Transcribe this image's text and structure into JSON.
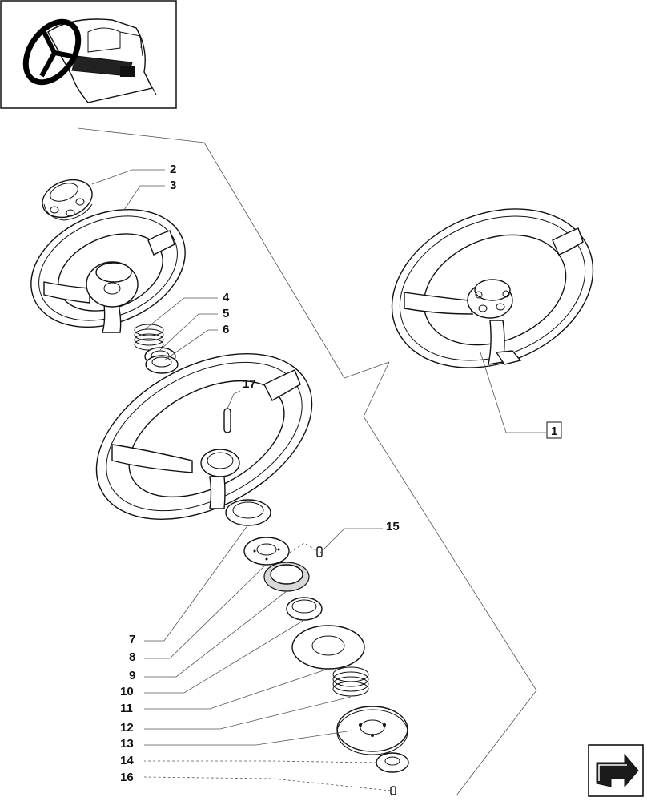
{
  "callouts": {
    "c1": "1",
    "c2": "2",
    "c3": "3",
    "c4": "4",
    "c5": "5",
    "c6": "6",
    "c7": "7",
    "c8": "8",
    "c9": "9",
    "c10": "10",
    "c11": "11",
    "c12": "12",
    "c13": "13",
    "c14": "14",
    "c15": "15",
    "c16": "16",
    "c17": "17"
  },
  "icons": {
    "locator": "cab-steering-wheel-locator-icon",
    "nav": "next-page-arrow-icon"
  }
}
